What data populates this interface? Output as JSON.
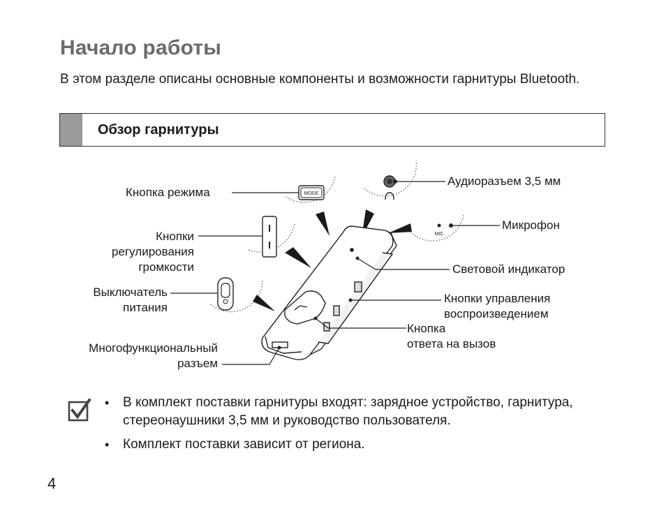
{
  "page": {
    "title": "Начало работы",
    "intro": "В этом разделе описаны основные компоненты и возможности гарнитуры Bluetooth.",
    "section_title": "Обзор гарнитуры",
    "page_number": "4"
  },
  "diagram": {
    "mode_button_icon_text": "MODE",
    "mic_icon_text": "MIC",
    "labels": {
      "mode_button": "Кнопка режима",
      "volume_line1": "Кнопки",
      "volume_line2": "регулирования",
      "volume_line3": "громкости",
      "power_line1": "Выключатель",
      "power_line2": "питания",
      "multi_line1": "Многофункциональный",
      "multi_line2": "разъем",
      "audio_jack": "Аудиоразъем 3,5 мм",
      "microphone": "Микрофон",
      "indicator": "Световой индикатор",
      "playback_line1": "Кнопки управления",
      "playback_line2": "воспроизведением",
      "answer_line1": "Кнопка",
      "answer_line2": "ответа на вызов"
    }
  },
  "notes": [
    "В комплект поставки гарнитуры входят: зарядное устройство, гарнитура, стереонаушники 3,5 мм и руководство пользователя.",
    "Комплект поставки зависит от региона."
  ]
}
